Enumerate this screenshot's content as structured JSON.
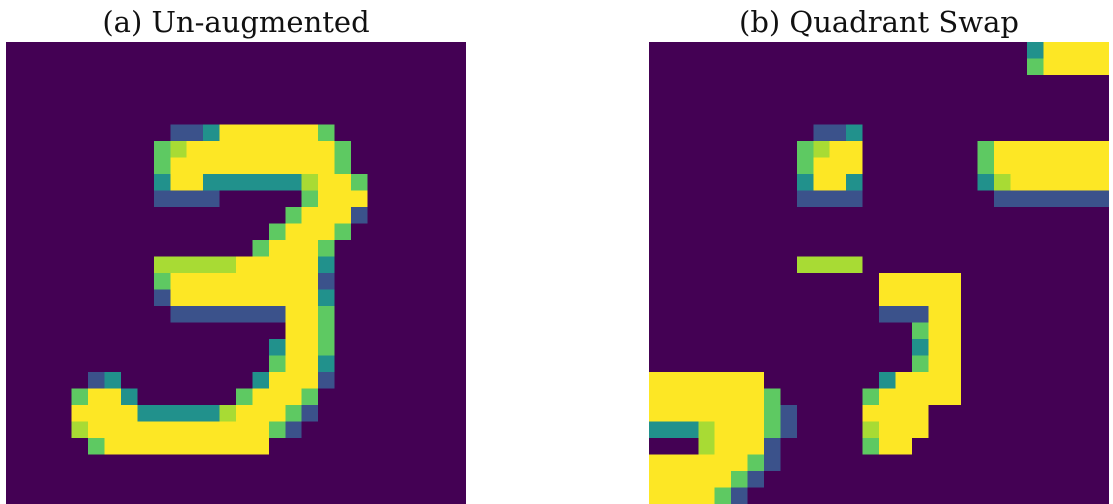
{
  "palette": [
    "#440154",
    "#3b528b",
    "#21918c",
    "#5ec962",
    "#a8db34",
    "#fde725"
  ],
  "panels": [
    {
      "title": "(a) Un-augmented",
      "matrix": [
        "0000000000000000000000000000",
        "0000000000000000000000000000",
        "0000000000000000000000000000",
        "0000000000000000000000000000",
        "0000000000000000000000000000",
        "0000000000112555555300000000",
        "0000000003455555555530000000",
        "0000000003555555555530000000",
        "0000000002552222224553000000",
        "0000000001111000003555000000",
        "0000000000000000035551000000",
        "0000000000000000355530000000",
        "0000000000000003555300000000",
        "0000000004444455555200000000",
        "0000000003555555555100000000",
        "0000000001555555555200000000",
        "0000000000111111155300000000",
        "0000000000000000055300000000",
        "0000000000000000255300000000",
        "0000000000000000355200000000",
        "0000012000000002555100000000",
        "0000355200000035553000000000",
        "0000555522222455531000000000",
        "0000455555555555310000000000",
        "0000035555555555000000000000",
        "0000000000000000000000000000",
        "0000000000000000000000000000",
        "0000000000000000000000000000"
      ]
    },
    {
      "title": "(b) Quadrant Swap",
      "matrix": [
        "0000000000000000000000025555",
        "0000000000000000000000035555",
        "0000000000000000000000000000",
        "0000000000000000000000000000",
        "0000000000000000000000000000",
        "0000000000112000000000000000",
        "0000000003455000000035555555",
        "0000000003555000000035555555",
        "0000000002552000000024555555",
        "0000000001111000000001111111",
        "0000000000000000000000000000",
        "0000000000000000000000000000",
        "0000000000000000000000000000",
        "0000000004444000000000000000",
        "0000000000000055555000000000",
        "0000000000000055555000000000",
        "0000000000000011155000000000",
        "0000000000000000355000000000",
        "0000000000000000255000000000",
        "0000000000000000355000000000",
        "5555555000000025555000000000",
        "5555555300000355555000000000",
        "5555555310000555500000000000",
        "2224555310000455500000000000",
        "0004555100000355000000000000",
        "5555553100000000000000000000",
        "5555531000000000000000000000",
        "5555310000000000000000000000"
      ]
    }
  ]
}
